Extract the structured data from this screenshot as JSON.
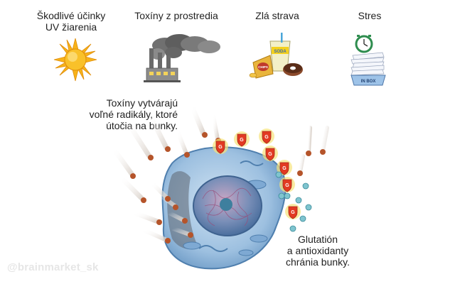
{
  "factors": [
    {
      "line1": "Škodlivé účinky",
      "line2": "UV žiarenia",
      "icon": "sun-icon"
    },
    {
      "line1": "Toxíny z prostredia",
      "line2": "",
      "icon": "factory-icon"
    },
    {
      "line1": "Zlá strava",
      "line2": "",
      "icon": "junk-food-icon"
    },
    {
      "line1": "Stres",
      "line2": "",
      "icon": "stress-inbox-icon"
    }
  ],
  "captions": {
    "radicals": [
      "Toxíny vytvárajú",
      "voľné radikály, ktoré",
      "útočia na bunky."
    ],
    "antioxidants": [
      "Glutatión",
      "a antioxidanty",
      "chránia bunky."
    ]
  },
  "icon_text": {
    "soda": "SODA",
    "chips": "CHIPS",
    "inbox": "IN BOX",
    "shield": "G"
  },
  "watermark": "@brainmarket_sk",
  "colors": {
    "sun": "#f7b219",
    "smoke": "#6b6b6b",
    "radical": "#b5542a",
    "shield": "#e23a22",
    "cell": "#8fb4d6",
    "nucleus": "#4f7fae"
  }
}
